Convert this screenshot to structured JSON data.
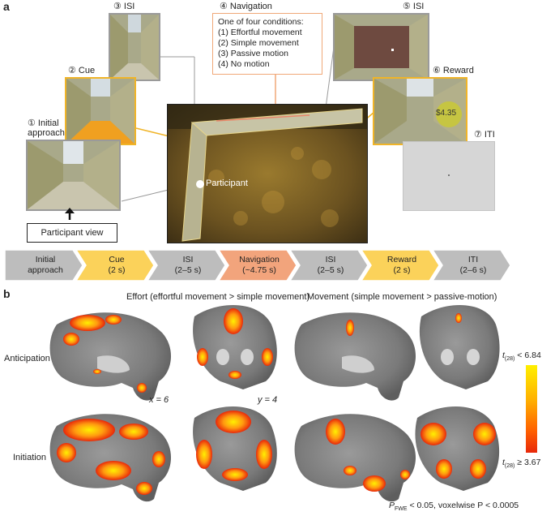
{
  "panel_a": {
    "letter": "a",
    "screens": {
      "initial": "① Initial approach",
      "initial_l1": "① Initial",
      "initial_l2": "approach",
      "cue": "② Cue",
      "isi1": "③ ISI",
      "navigation": "④ Navigation",
      "isi2": "⑤ ISI",
      "reward": "⑥ Reward",
      "iti": "⑦ ITI"
    },
    "reward_amount": "$4.35",
    "participant_label": "Participant",
    "participant_view": "Participant view",
    "conditions_title": "One of four conditions:",
    "conditions": [
      "(1) Effortful movement",
      "(2) Simple movement",
      "(3) Passive motion",
      "(4) No motion"
    ],
    "timeline": [
      {
        "l1": "Initial",
        "l2": "approach",
        "color": "#bdbdbd"
      },
      {
        "l1": "Cue",
        "l2": "(2 s)",
        "color": "#fbd25a"
      },
      {
        "l1": "ISI",
        "l2": "(2–5 s)",
        "color": "#bdbdbd"
      },
      {
        "l1": "Navigation",
        "l2": "(~4.75 s)",
        "color": "#f2a47c"
      },
      {
        "l1": "ISI",
        "l2": "(2–5 s)",
        "color": "#bdbdbd"
      },
      {
        "l1": "Reward",
        "l2": "(2 s)",
        "color": "#fbd25a"
      },
      {
        "l1": "ITI",
        "l2": "(2–6 s)",
        "color": "#bdbdbd"
      }
    ]
  },
  "panel_b": {
    "letter": "b",
    "effort_title": "Effort (effortful movement > simple movement)",
    "movement_title": "Movement (simple movement > passive-motion)",
    "row_anticipation": "Anticipation",
    "row_initiation": "Initiation",
    "x_label": "x = 6",
    "y_label": "y = 4",
    "colorbar_max": "t(28) < 6.84",
    "colorbar_min": "t(28) ≥ 3.67",
    "colorbar_max_pre": "t",
    "colorbar_max_sub": "(28)",
    "colorbar_max_post": " < 6.84",
    "colorbar_min_pre": "t",
    "colorbar_min_sub": "(28)",
    "colorbar_min_post": " ≥ 3.67",
    "threshold_note": "PFWE < 0.05, voxelwise P < 0.0005",
    "threshold_pre": "P",
    "threshold_sub": "FWE",
    "threshold_post": " < 0.05, voxelwise P < 0.0005",
    "colors": {
      "hot_low": "#e8280a",
      "hot_high": "#fff000"
    }
  }
}
